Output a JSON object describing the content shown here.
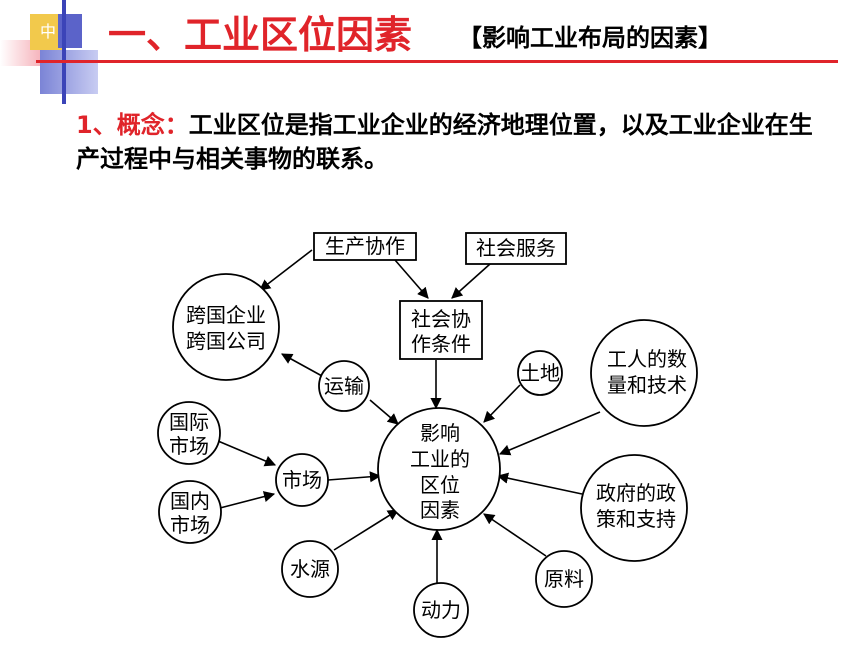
{
  "header": {
    "badge": "中",
    "title": "一、工业区位因素",
    "subtitle": "【影响工业布局的因素】"
  },
  "concept": {
    "number_label": "1、概念：",
    "text": "工业区位是指工业企业的经济地理位置，以及工业企业在生产过程中与相关事物的联系。"
  },
  "diagram": {
    "center": [
      "影响",
      "工业的",
      "区位",
      "因素"
    ],
    "nodes": {
      "production_cooperation": "生产协作",
      "social_services": "社会服务",
      "social_cooperation": [
        "社会协",
        "作条件"
      ],
      "multinational": [
        "跨国企业",
        "跨国公司"
      ],
      "transport": "运输",
      "land": "土地",
      "workers": [
        "工人的数",
        "量和技术"
      ],
      "intl_market": [
        "国际",
        "市场"
      ],
      "domestic_market": [
        "国内",
        "市场"
      ],
      "market": "市场",
      "government": [
        "政府的政",
        "策和支持"
      ],
      "water": "水源",
      "raw_materials": "原料",
      "power": "动力"
    }
  }
}
